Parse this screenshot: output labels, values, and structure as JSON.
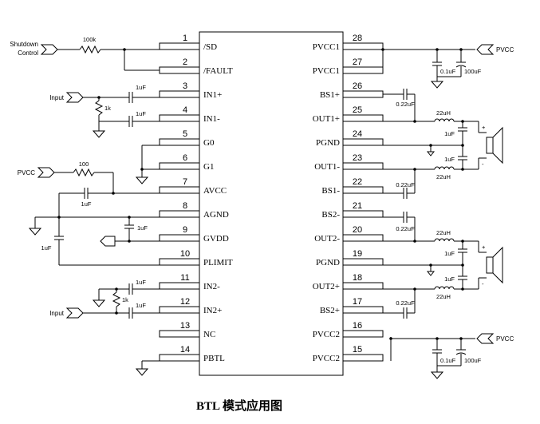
{
  "ic": {
    "left_pins": [
      {
        "num": "1",
        "name": "/SD"
      },
      {
        "num": "2",
        "name": "/FAULT"
      },
      {
        "num": "3",
        "name": "IN1+"
      },
      {
        "num": "4",
        "name": "IN1-"
      },
      {
        "num": "5",
        "name": "G0"
      },
      {
        "num": "6",
        "name": "G1"
      },
      {
        "num": "7",
        "name": "AVCC"
      },
      {
        "num": "8",
        "name": "AGND"
      },
      {
        "num": "9",
        "name": "GVDD"
      },
      {
        "num": "10",
        "name": "PLIMIT"
      },
      {
        "num": "11",
        "name": "IN2-"
      },
      {
        "num": "12",
        "name": "IN2+"
      },
      {
        "num": "13",
        "name": "NC"
      },
      {
        "num": "14",
        "name": "PBTL"
      }
    ],
    "right_pins": [
      {
        "num": "28",
        "name": "PVCC1"
      },
      {
        "num": "27",
        "name": "PVCC1"
      },
      {
        "num": "26",
        "name": "BS1+"
      },
      {
        "num": "25",
        "name": "OUT1+"
      },
      {
        "num": "24",
        "name": "PGND"
      },
      {
        "num": "23",
        "name": "OUT1-"
      },
      {
        "num": "22",
        "name": "BS1-"
      },
      {
        "num": "21",
        "name": "BS2-"
      },
      {
        "num": "20",
        "name": "OUT2-"
      },
      {
        "num": "19",
        "name": "PGND"
      },
      {
        "num": "18",
        "name": "OUT2+"
      },
      {
        "num": "17",
        "name": "BS2+"
      },
      {
        "num": "16",
        "name": "PVCC2"
      },
      {
        "num": "15",
        "name": "PVCC2"
      }
    ]
  },
  "signals": {
    "shutdown_line1": "Shutdown",
    "shutdown_line2": "Control",
    "input_1": "Input",
    "input_2": "Input",
    "pvcc_left": "PVCC",
    "pvcc_right_top": "PVCC",
    "pvcc_right_bottom": "PVCC"
  },
  "components": {
    "r_shutdown": "100k",
    "c_in1p": "1uF",
    "r_in1": "1k",
    "c_in1n": "1uF",
    "r_avcc": "100",
    "c_avcc": "1uF",
    "c_agnd": "1uF",
    "c_plimit": "1uF",
    "c_in2n": "1uF",
    "r_in2": "1k",
    "c_in2p": "1uF",
    "c_pvcc1_small": "0.1uF",
    "c_pvcc1_big": "100uF",
    "c_bs1p": "0.22uF",
    "l_out1p": "22uH",
    "c_out1p": "1uF",
    "c_out1n": "1uF",
    "l_out1n": "22uH",
    "c_bs1n": "0.22uF",
    "c_bs2n": "0.22uF",
    "l_out2n": "22uH",
    "c_out2n": "1uF",
    "c_out2p": "1uF",
    "l_out2p": "22uH",
    "c_bs2p": "0.22uF",
    "c_pvcc2_small": "0.1uF",
    "c_pvcc2_big": "100uF"
  },
  "speakers": {
    "plus_1": "+",
    "minus_1": "-",
    "plus_2": "+",
    "minus_2": "-"
  },
  "caption": "BTL  模式应用图"
}
